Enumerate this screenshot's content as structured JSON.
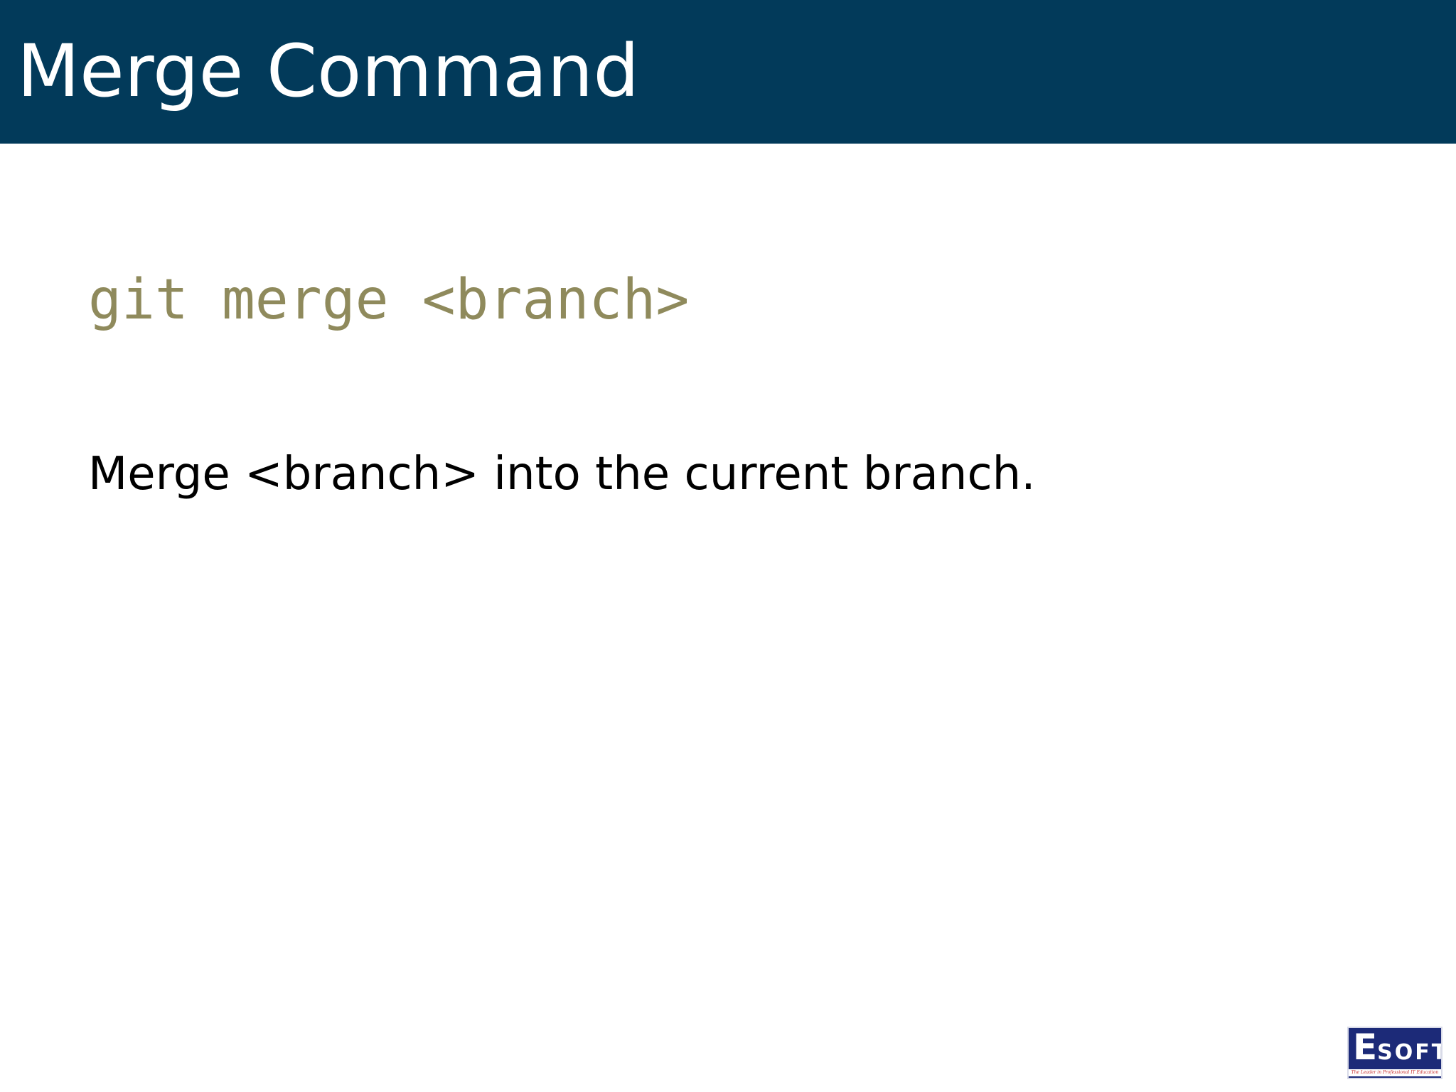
{
  "slide": {
    "title": "Merge Command",
    "code": "git merge <branch>",
    "description": "Merge <branch> into the current branch."
  },
  "logo": {
    "letter_big": "E",
    "letters_small": "SOFT",
    "tagline": "The Leader in Professional IT Education"
  },
  "colors": {
    "title_bar": "#023a5a",
    "title_text": "#ffffff",
    "code_text": "#8f8a5c",
    "body_text": "#000000",
    "logo_bg": "#1c2a78",
    "logo_tagline": "#c62828"
  }
}
